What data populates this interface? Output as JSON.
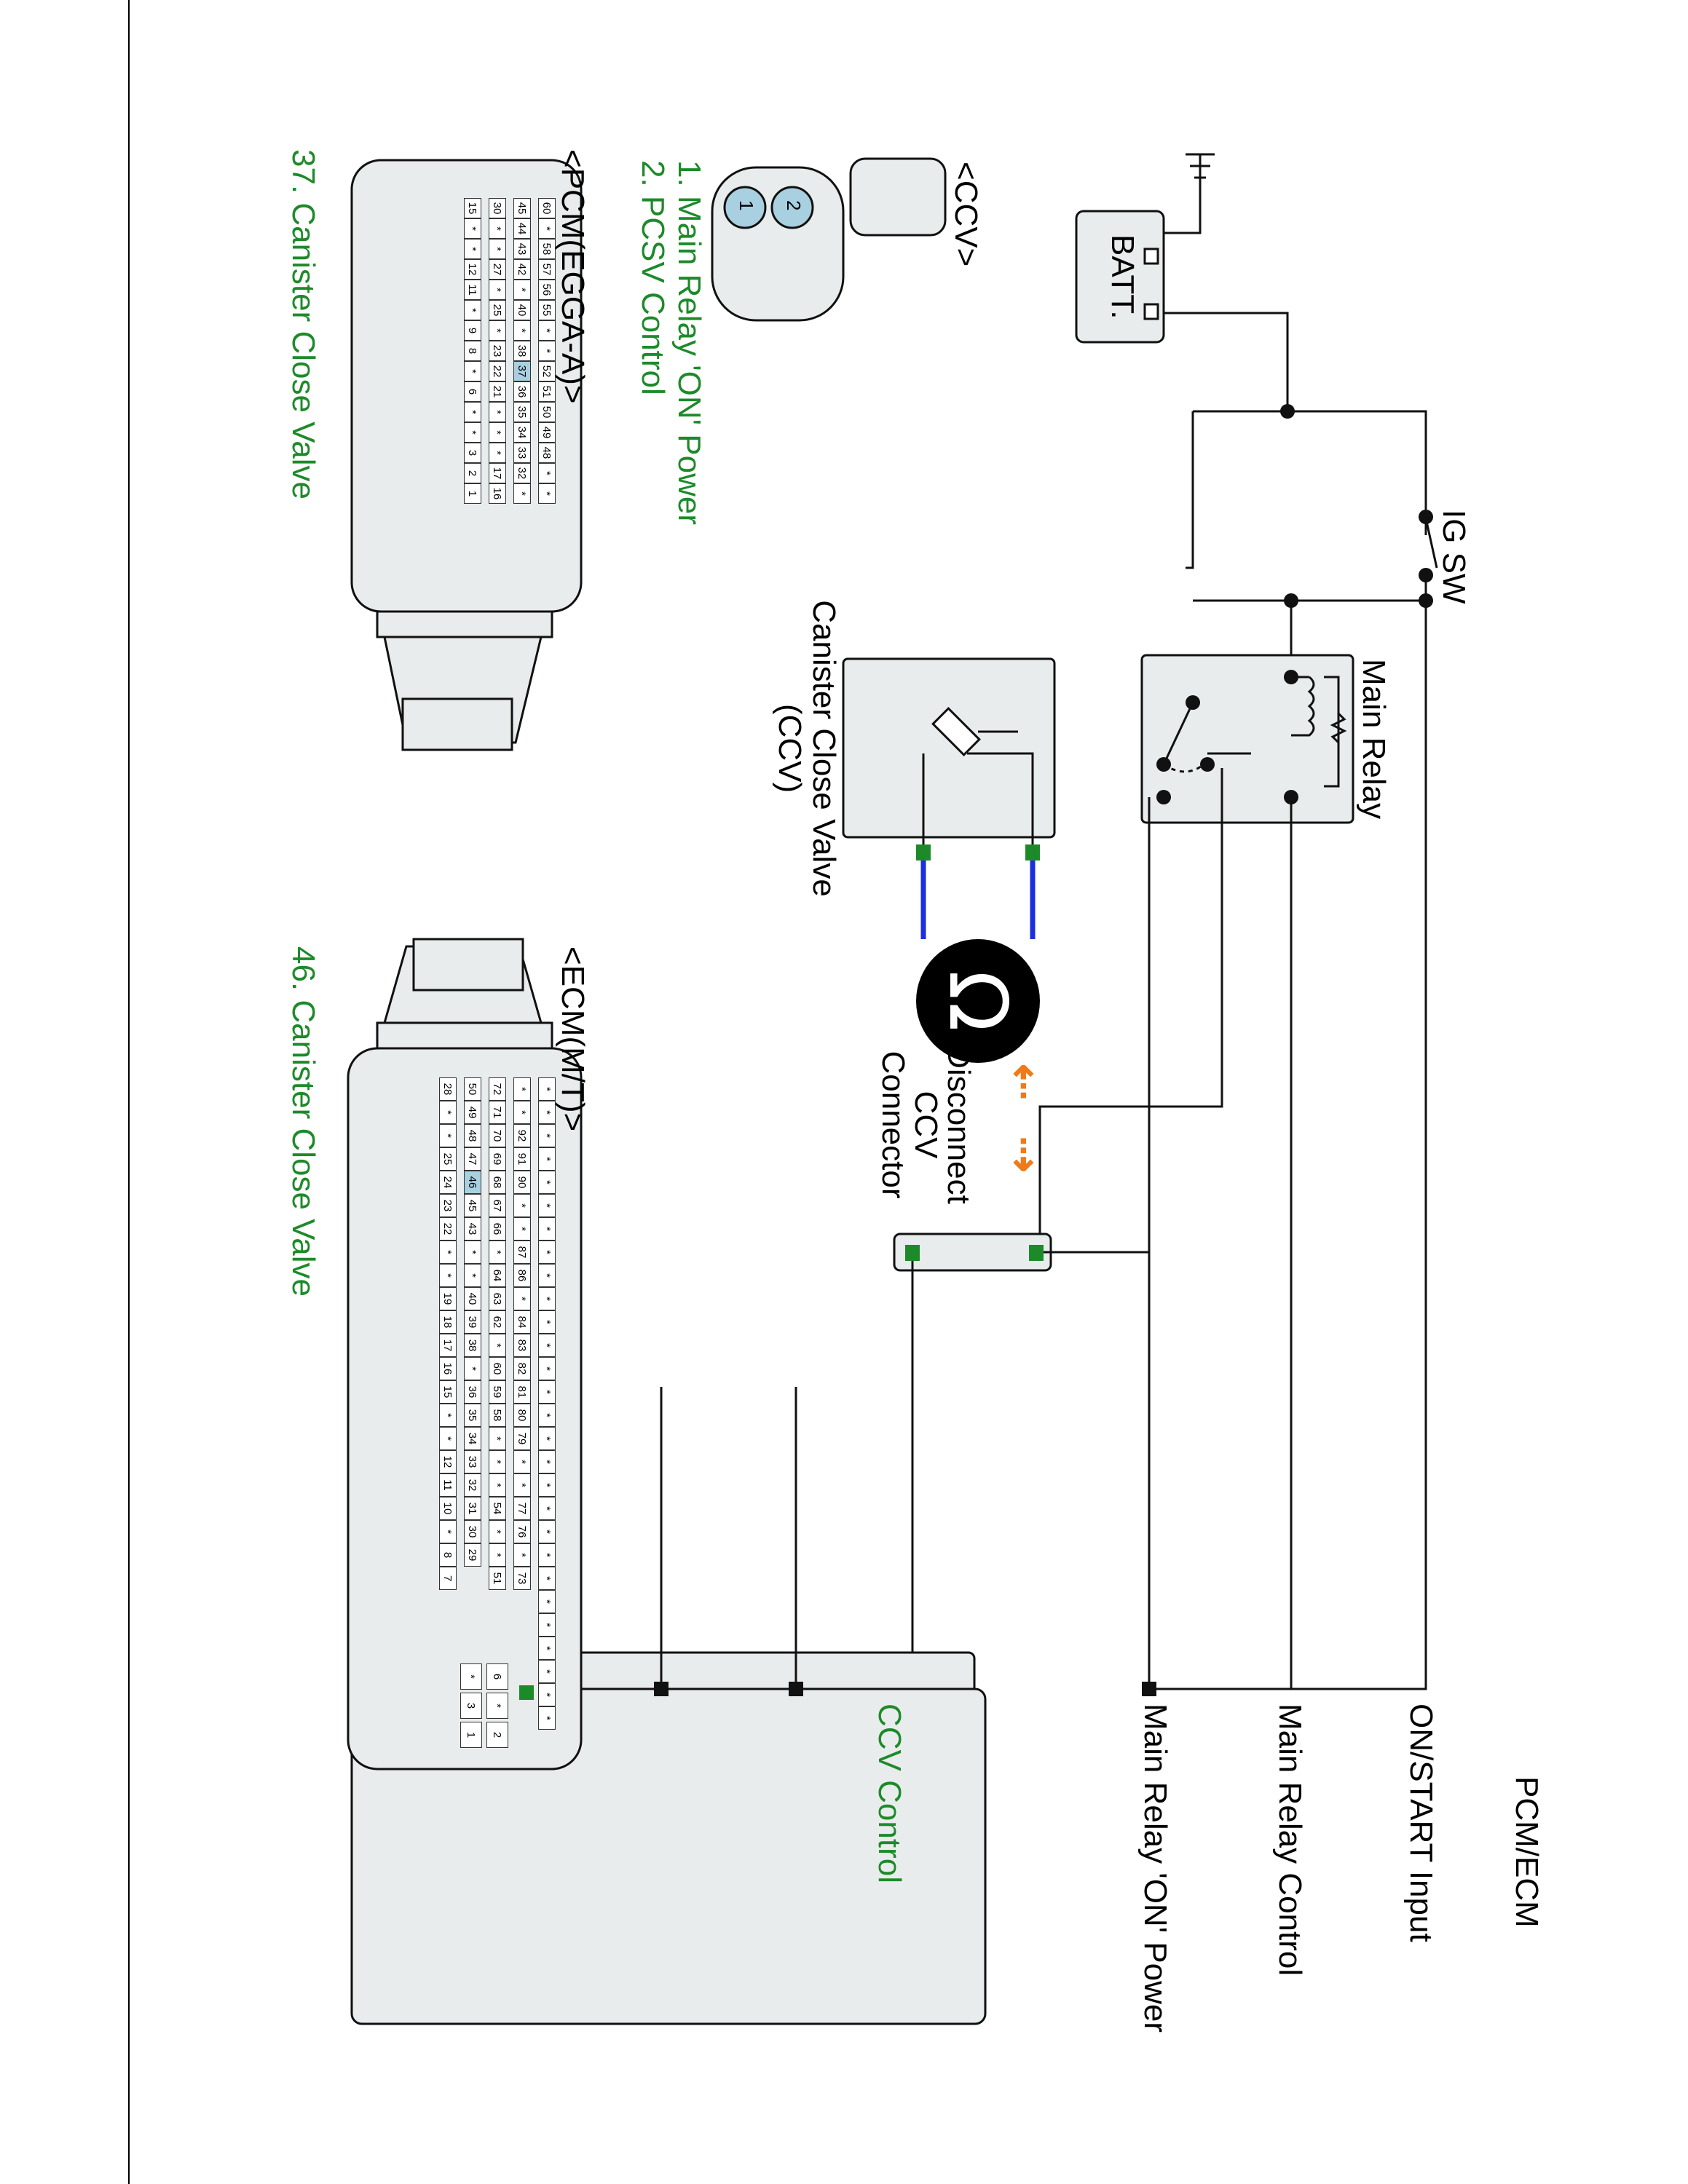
{
  "components": {
    "batt": "BATT.",
    "ig_sw": "IG SW",
    "main_relay": "Main Relay",
    "ccv_component": [
      "Canister Close Valve",
      "(CCV)"
    ],
    "disconnect": [
      "Disconnect",
      "CCV",
      "Connector"
    ],
    "pcm_ecm": "PCM/ECM",
    "ohm_symbol": "Ω"
  },
  "pcm_ecm_pins": [
    "ON/START Input",
    "Main Relay Control",
    "Main Relay 'ON' Power",
    "CCV Control"
  ],
  "ccv_connector": {
    "title": "<CCV>",
    "pins": [
      "2",
      "1"
    ],
    "legend": [
      "1. Main Relay 'ON' Power",
      "2. PCSV Control"
    ]
  },
  "pcm_egga": {
    "title": "<PCM(EGGA-A)>",
    "caption": "37. Canister Close Valve",
    "rows": [
      [
        "60",
        "*",
        "58",
        "57",
        "56",
        "55",
        "*",
        "*",
        "52",
        "51",
        "50",
        "49",
        "48",
        "*",
        "*"
      ],
      [
        "45",
        "44",
        "43",
        "42",
        "*",
        "40",
        "*",
        "38",
        "37",
        "36",
        "35",
        "34",
        "33",
        "32",
        "*"
      ],
      [
        "30",
        "*",
        "*",
        "27",
        "*",
        "25",
        "*",
        "23",
        "22",
        "21",
        "*",
        "*",
        "*",
        "17",
        "16"
      ],
      [
        "15",
        "*",
        "*",
        "12",
        "11",
        "*",
        "9",
        "8",
        "*",
        "6",
        "*",
        "*",
        "3",
        "2",
        "1"
      ]
    ],
    "highlight": "37"
  },
  "ecm_mt": {
    "title": "<ECM(M/T)>",
    "caption": "46. Canister Close Valve",
    "rows": [
      [
        "*",
        "*",
        "*",
        "*",
        "*",
        "*",
        "*",
        "*",
        "*",
        "*",
        "*",
        "*",
        "*",
        "*",
        "*",
        "*",
        "*",
        "*",
        "*",
        "*",
        "*",
        "*",
        "*",
        "*",
        "*",
        "*",
        "*",
        "*"
      ],
      [
        "*",
        "*",
        "92",
        "91",
        "90",
        "*",
        "*",
        "87",
        "86",
        "*",
        "84",
        "83",
        "82",
        "81",
        "80",
        "79",
        "*",
        "*",
        "77",
        "76",
        "*",
        "73"
      ],
      [
        "72",
        "71",
        "70",
        "69",
        "68",
        "67",
        "66",
        "*",
        "64",
        "63",
        "62",
        "*",
        "60",
        "59",
        "58",
        "*",
        "*",
        "*",
        "54",
        "*",
        "*",
        "51"
      ],
      [
        "50",
        "49",
        "48",
        "47",
        "46",
        "45",
        "43",
        "*",
        "*",
        "40",
        "39",
        "38",
        "*",
        "36",
        "35",
        "34",
        "33",
        "32",
        "31",
        "30",
        "29"
      ],
      [
        "28",
        "*",
        "*",
        "25",
        "24",
        "23",
        "22",
        "*",
        "*",
        "19",
        "18",
        "17",
        "16",
        "15",
        "*",
        "*",
        "12",
        "11",
        "10",
        "*",
        "8",
        "7"
      ]
    ],
    "extra_pins": [
      [
        "6",
        "*"
      ],
      [
        "*",
        "3"
      ],
      [
        "2",
        "1"
      ]
    ],
    "highlight": "46"
  },
  "colors": {
    "green_label": "#1d8a2a",
    "wire_blue": "#1a2fe0",
    "arrow_orange": "#f07a1a",
    "box_fill": "#e9ecec",
    "terminal_green": "#1d8a2a"
  }
}
